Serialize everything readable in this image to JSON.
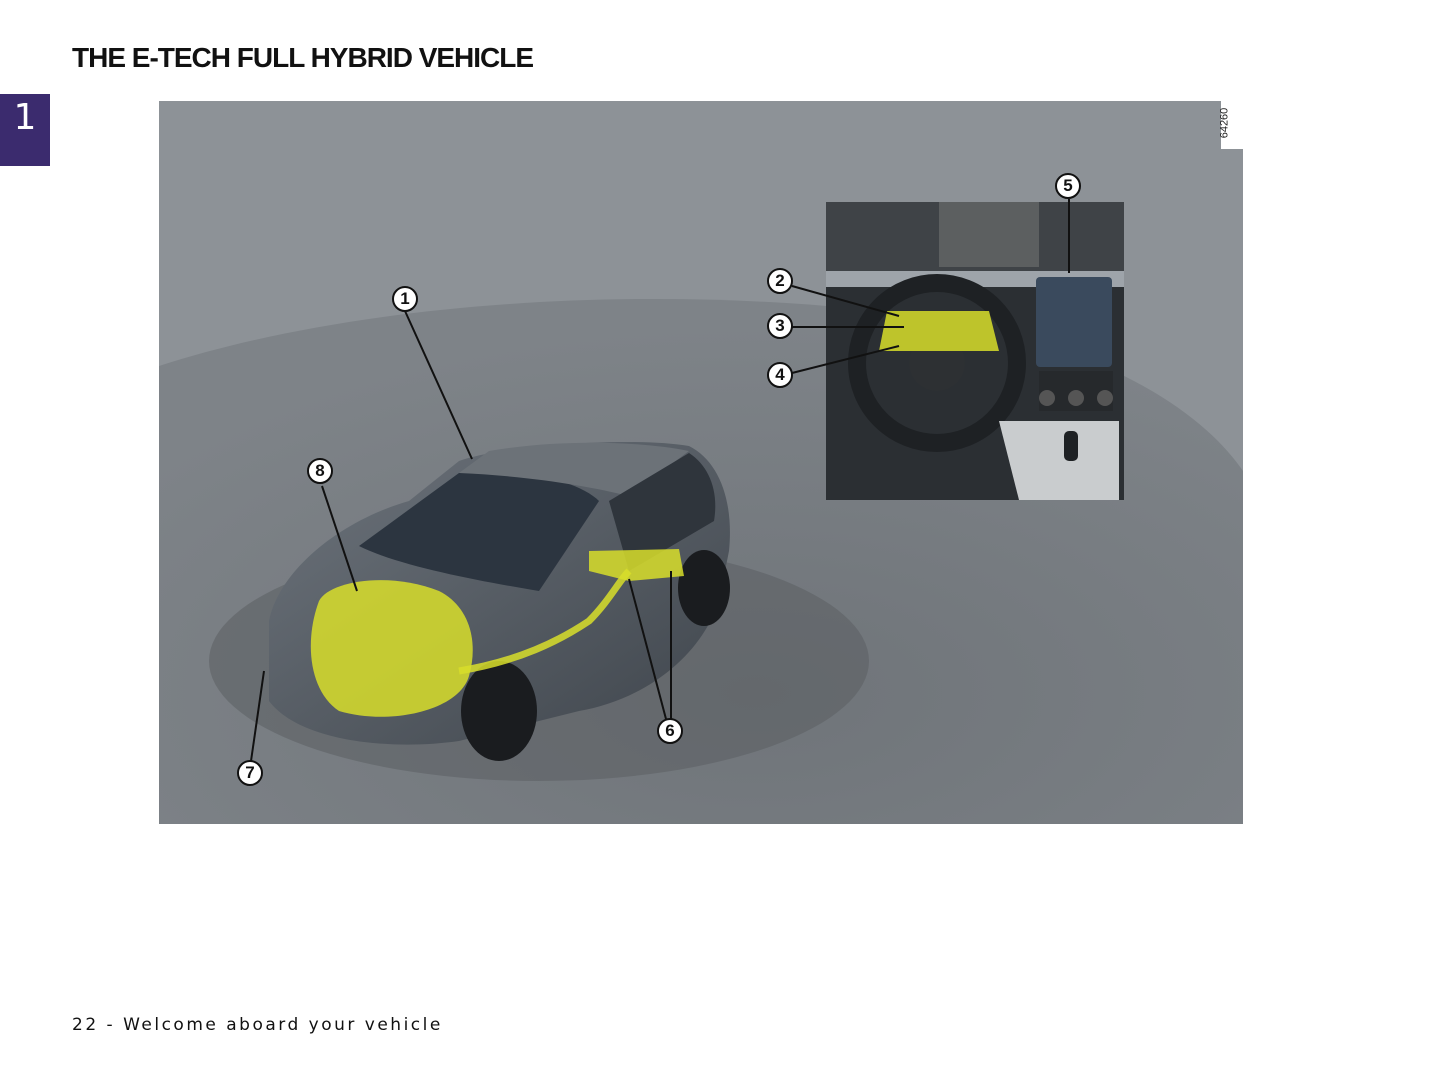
{
  "header": {
    "title": "THE E-TECH FULL HYBRID VEHICLE"
  },
  "chapter_tab": {
    "number": "1",
    "color": "#3b2b6e"
  },
  "figure": {
    "reference_code": "64260",
    "callouts": [
      {
        "id": "1",
        "target": "vehicle-roof"
      },
      {
        "id": "2",
        "target": "instrument-panel-upper"
      },
      {
        "id": "3",
        "target": "instrument-panel-middle"
      },
      {
        "id": "4",
        "target": "instrument-panel-lower"
      },
      {
        "id": "5",
        "target": "multimedia-screen"
      },
      {
        "id": "6",
        "target": "traction-battery"
      },
      {
        "id": "7",
        "target": "front-bumper"
      },
      {
        "id": "8",
        "target": "engine-compartment"
      }
    ],
    "highlight_color": "#d8de2a"
  },
  "footer": {
    "text": "22 - Welcome aboard your vehicle"
  }
}
